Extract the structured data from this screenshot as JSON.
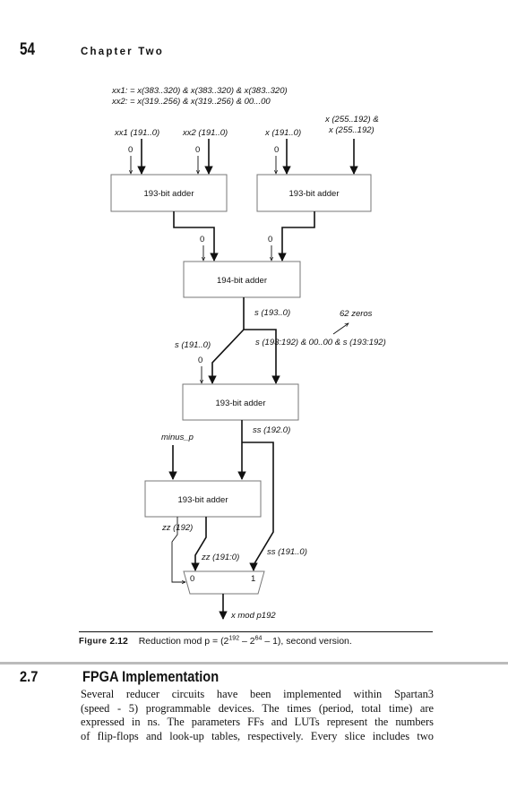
{
  "header": {
    "page_number": "54",
    "chapter": "Chapter Two"
  },
  "figure": {
    "definitions": [
      "xx1: = x(383..320) & x(383..320) & x(383..320)",
      "xx2: = x(319..256) & x(319..256) & 00...00"
    ],
    "inputs": {
      "xx1": "xx1 (191..0)",
      "xx2": "xx2 (191..0)",
      "x_low": "x (191..0)",
      "x_high_line1": "x (255..192) &",
      "x_high_line2": "x (255..192)"
    },
    "blocks": {
      "adder_left": "193-bit adder",
      "adder_right": "193-bit adder",
      "adder_194": "194-bit adder",
      "adder_mid": "193-bit adder",
      "adder_minus": "193-bit adder"
    },
    "carry_zero": "0",
    "signals": {
      "s_full": "s (193..0)",
      "zeros_note": "62 zeros",
      "s_low": "s (191..0)",
      "s_concat": "s (193:192) & 00..00 & s (193:192)",
      "ss_full": "ss (192.0)",
      "minus_p": "minus_p",
      "zz_msb": "zz (192)",
      "zz_low": "zz (191:0)",
      "ss_low": "ss (191..0)",
      "mux_in0": "0",
      "mux_in1": "1",
      "output": "x mod p192"
    }
  },
  "caption": {
    "figure_label": "Figure",
    "figure_number": "2.12",
    "text": "Reduction mod p = (2^192 – 2^64 – 1), second version."
  },
  "section": {
    "number": "2.7",
    "title": "FPGA Implementation",
    "paragraph_lines": [
      "Several reducer circuits have been implemented within Spartan3",
      "(speed - 5) programmable devices. The times (period, total time) are",
      "expressed in ns. The parameters FFs and LUTs represent the numbers",
      "of flip-flops and look-up tables, respectively. Every slice includes two"
    ]
  }
}
